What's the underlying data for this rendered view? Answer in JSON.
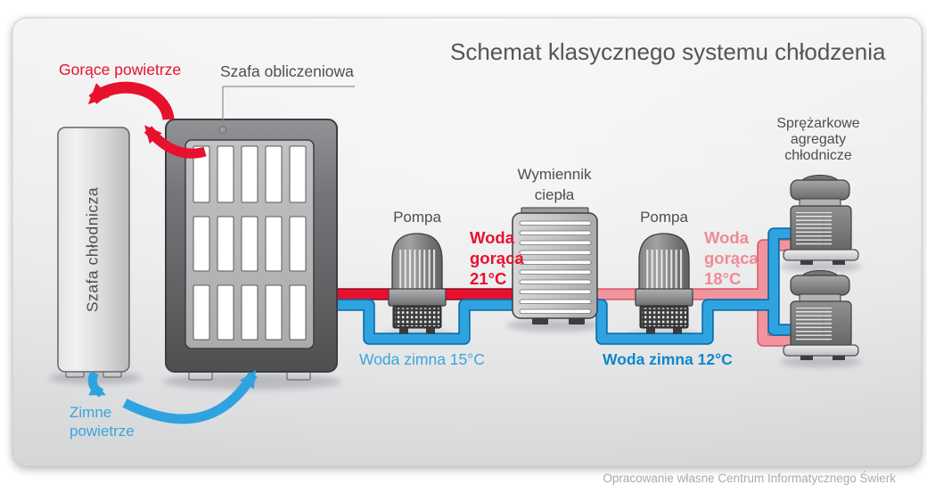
{
  "title": "Schemat klasycznego systemu chłodzenia",
  "attribution": "Opracowanie własne Centrum Informatycznego Świerk",
  "labels": {
    "hot_air": "Gorące powietrze",
    "cold_air": {
      "line1": "Zimne",
      "line2": "powietrze"
    },
    "computing_cabinet": "Szafa obliczeniowa",
    "cooling_cabinet": "Szafa chłodnicza",
    "pump1": "Pompa",
    "pump2": "Pompa",
    "heat_exchanger": {
      "line1": "Wymiennik",
      "line2": "ciepła"
    },
    "compressors": {
      "line1": "Sprężarkowe",
      "line2": "agregaty",
      "line3": "chłodnicze"
    },
    "hot_water_21": {
      "line1": "Woda",
      "line2": "gorąca",
      "line3": "21°C"
    },
    "hot_water_18": {
      "line1": "Woda",
      "line2": "gorąca",
      "line3": "18°C"
    },
    "cold_water_15": "Woda zimna 15°C",
    "cold_water_12": "Woda zimna 12°C"
  },
  "values": {
    "hot_water_out_temp": "21°C",
    "hot_water_return_temp": "18°C",
    "cold_water_supply_temp": "15°C",
    "cold_water_chilled_temp": "12°C"
  },
  "colors": {
    "hot": "#e8112d",
    "hot_soft": "#f2949e",
    "hot_soft_text": "#f08a96",
    "cold": "#2fa3df",
    "cold_text": "#3aa5de",
    "cold_dark_text": "#0e87cc",
    "gray_text": "#4d4e50",
    "title_text": "#545557",
    "attribution_text": "#a8aaad"
  }
}
